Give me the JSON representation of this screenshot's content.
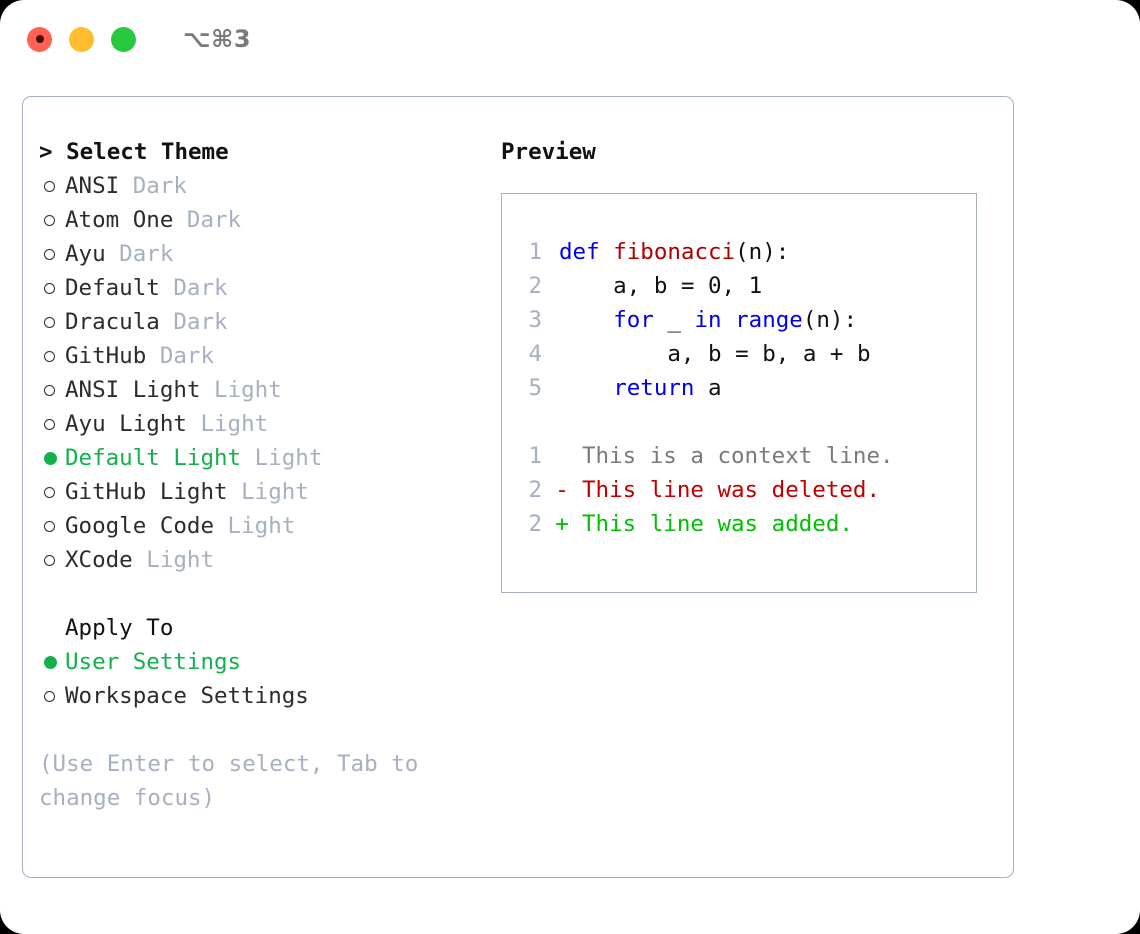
{
  "titlebar": {
    "shortcut_title": "⌥⌘3",
    "buttons": [
      {
        "name": "close",
        "color": "#ff6159"
      },
      {
        "name": "minimize",
        "color": "#ffbd2e"
      },
      {
        "name": "maximize",
        "color": "#27c93f"
      }
    ]
  },
  "colors": {
    "accent_green": "#13b14c",
    "muted": "#a7b0c0",
    "text": "#2c2c2c",
    "keyword_blue": "#0000ee",
    "function_red": "#b00000",
    "diff_delete": "#c00000",
    "diff_add": "#00c000",
    "diff_context": "#7a7a7a",
    "border": "#a7b0c0"
  },
  "theme_list": {
    "header": "> Select Theme",
    "marker_selected": "●",
    "marker_unselected": "○",
    "items": [
      {
        "label": "ANSI",
        "tag": "Dark",
        "selected": false
      },
      {
        "label": "Atom One",
        "tag": "Dark",
        "selected": false
      },
      {
        "label": "Ayu",
        "tag": "Dark",
        "selected": false
      },
      {
        "label": "Default",
        "tag": "Dark",
        "selected": false
      },
      {
        "label": "Dracula",
        "tag": "Dark",
        "selected": false
      },
      {
        "label": "GitHub",
        "tag": "Dark",
        "selected": false
      },
      {
        "label": "ANSI Light",
        "tag": "Light",
        "selected": false
      },
      {
        "label": "Ayu Light",
        "tag": "Light",
        "selected": false
      },
      {
        "label": "Default Light",
        "tag": "Light",
        "selected": true
      },
      {
        "label": "GitHub Light",
        "tag": "Light",
        "selected": false
      },
      {
        "label": "Google Code",
        "tag": "Light",
        "selected": false
      },
      {
        "label": "XCode",
        "tag": "Light",
        "selected": false
      }
    ]
  },
  "apply_to": {
    "header": "Apply To",
    "items": [
      {
        "label": "User Settings",
        "selected": true
      },
      {
        "label": "Workspace Settings",
        "selected": false
      }
    ]
  },
  "hint": "(Use Enter to select, Tab to change focus)",
  "preview": {
    "label": "Preview",
    "code_lines": [
      {
        "no": "1",
        "tokens": [
          {
            "t": "def ",
            "c": "kw"
          },
          {
            "t": "fibonacci",
            "c": "fn"
          },
          {
            "t": "(n):",
            "c": "plain"
          }
        ]
      },
      {
        "no": "2",
        "tokens": [
          {
            "t": "    a, b = 0, 1",
            "c": "plain"
          }
        ]
      },
      {
        "no": "3",
        "tokens": [
          {
            "t": "    ",
            "c": "plain"
          },
          {
            "t": "for",
            "c": "kw"
          },
          {
            "t": " _ ",
            "c": "plain"
          },
          {
            "t": "in",
            "c": "kw"
          },
          {
            "t": " ",
            "c": "plain"
          },
          {
            "t": "range",
            "c": "kw"
          },
          {
            "t": "(n):",
            "c": "plain"
          }
        ]
      },
      {
        "no": "4",
        "tokens": [
          {
            "t": "        a, b = b, a + b",
            "c": "plain"
          }
        ]
      },
      {
        "no": "5",
        "tokens": [
          {
            "t": "    ",
            "c": "plain"
          },
          {
            "t": "return",
            "c": "kw"
          },
          {
            "t": " a",
            "c": "plain"
          }
        ]
      }
    ],
    "diff_lines": [
      {
        "no": "1",
        "sign": " ",
        "text": "This is a context line.",
        "kind": "ctx"
      },
      {
        "no": "2",
        "sign": "-",
        "text": "This line was deleted.",
        "kind": "del"
      },
      {
        "no": "2",
        "sign": "+",
        "text": "This line was added.",
        "kind": "add"
      }
    ]
  }
}
